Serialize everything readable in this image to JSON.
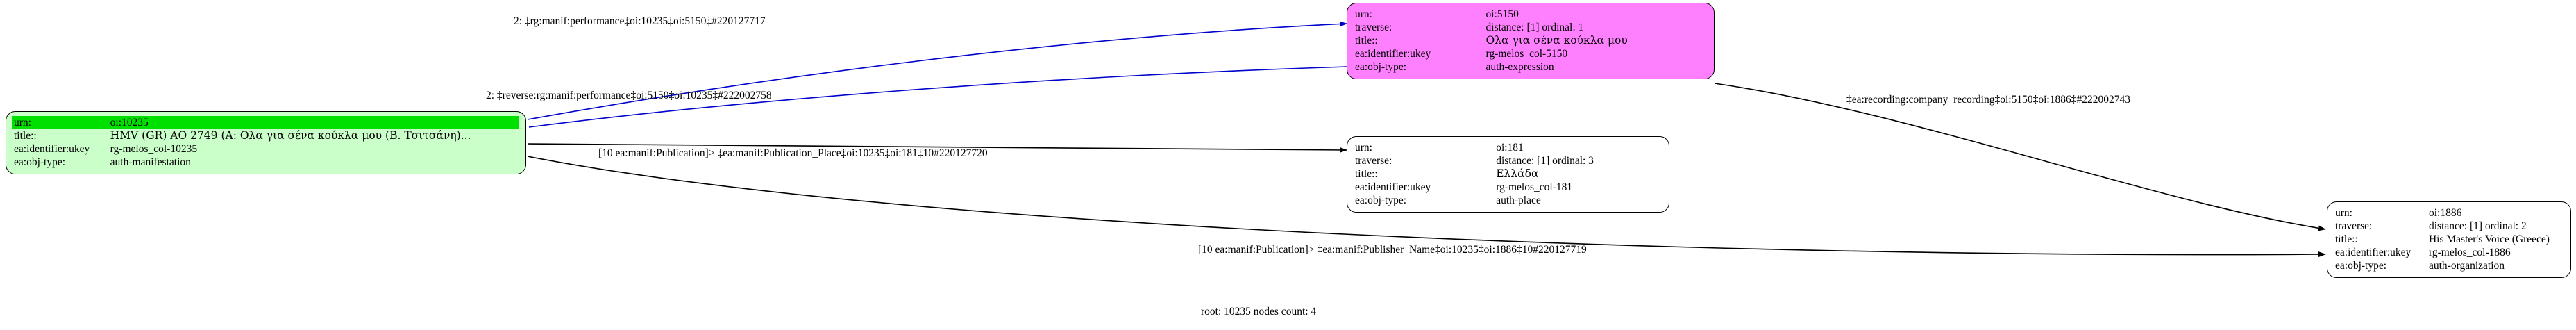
{
  "graph": {
    "footer": "root: 10235 nodes count: 4",
    "colors": {
      "node_green_fill": "#caffca",
      "node_green_header": "#00e000",
      "node_magenta_fill": "#ff80ff",
      "node_white_fill": "#ffffff",
      "edge_blue": "#0000cc",
      "edge_black": "#000000",
      "border": "#000000"
    },
    "nodes": [
      {
        "id": "node-10235",
        "style": "green",
        "rows": [
          {
            "key": "urn:",
            "value": "oi:10235",
            "highlight": true
          },
          {
            "key": "title::",
            "value": "HMV (GR) AO 2749 (Α: Ολα για σένα κούκλα μου (Β. Τσιτσάνη)...",
            "highlight": false
          },
          {
            "key": "ea:identifier:ukey",
            "value": "rg-melos_col-10235",
            "highlight": false
          },
          {
            "key": "ea:obj-type:",
            "value": "auth-manifestation",
            "highlight": false
          }
        ]
      },
      {
        "id": "node-5150",
        "style": "magenta",
        "rows": [
          {
            "key": "urn:",
            "value": "oi:5150",
            "highlight": false
          },
          {
            "key": "traverse:",
            "value": "distance: [1]     ordinal: 1",
            "highlight": false
          },
          {
            "key": "title::",
            "value": "Ολα για σένα κούκλα μου",
            "highlight": false
          },
          {
            "key": "ea:identifier:ukey",
            "value": "rg-melos_col-5150",
            "highlight": false
          },
          {
            "key": "ea:obj-type:",
            "value": "auth-expression",
            "highlight": false
          }
        ]
      },
      {
        "id": "node-181",
        "style": "plain",
        "rows": [
          {
            "key": "urn:",
            "value": "oi:181",
            "highlight": false
          },
          {
            "key": "traverse:",
            "value": "distance: [1]     ordinal: 3",
            "highlight": false
          },
          {
            "key": "title::",
            "value": "Ελλάδα",
            "highlight": false
          },
          {
            "key": "ea:identifier:ukey",
            "value": "rg-melos_col-181",
            "highlight": false
          },
          {
            "key": "ea:obj-type:",
            "value": "auth-place",
            "highlight": false
          }
        ]
      },
      {
        "id": "node-1886",
        "style": "plain",
        "rows": [
          {
            "key": "urn:",
            "value": "oi:1886",
            "highlight": false
          },
          {
            "key": "traverse:",
            "value": "distance: [1]     ordinal: 2",
            "highlight": false
          },
          {
            "key": "title::",
            "value": "His Master's Voice (Greece)",
            "highlight": false
          },
          {
            "key": "ea:identifier:ukey",
            "value": "rg-melos_col-1886",
            "highlight": false
          },
          {
            "key": "ea:obj-type:",
            "value": "auth-organization",
            "highlight": false
          }
        ]
      }
    ],
    "edges": [
      {
        "id": "edge-performance",
        "label": "2: ‡rg:manif:performance‡oi:10235‡oi:5150‡#220127717",
        "color": "#0000cc"
      },
      {
        "id": "edge-reverse-performance",
        "label": "2: ‡reverse:rg:manif:performance‡oi:5150‡oi:10235‡#222002758",
        "color": "#0000cc"
      },
      {
        "id": "edge-publication-place",
        "label": "[10 ea:manif:Publication]> ‡ea:manif:Publication_Place‡oi:10235‡oi:181‡10#220127720",
        "color": "#000000"
      },
      {
        "id": "edge-publisher-name",
        "label": "[10 ea:manif:Publication]> ‡ea:manif:Publisher_Name‡oi:10235‡oi:1886‡10#220127719",
        "color": "#000000"
      },
      {
        "id": "edge-company-recording",
        "label": "‡ea:recording:company_recording‡oi:5150‡oi:1886‡#222002743",
        "color": "#000000"
      }
    ]
  }
}
